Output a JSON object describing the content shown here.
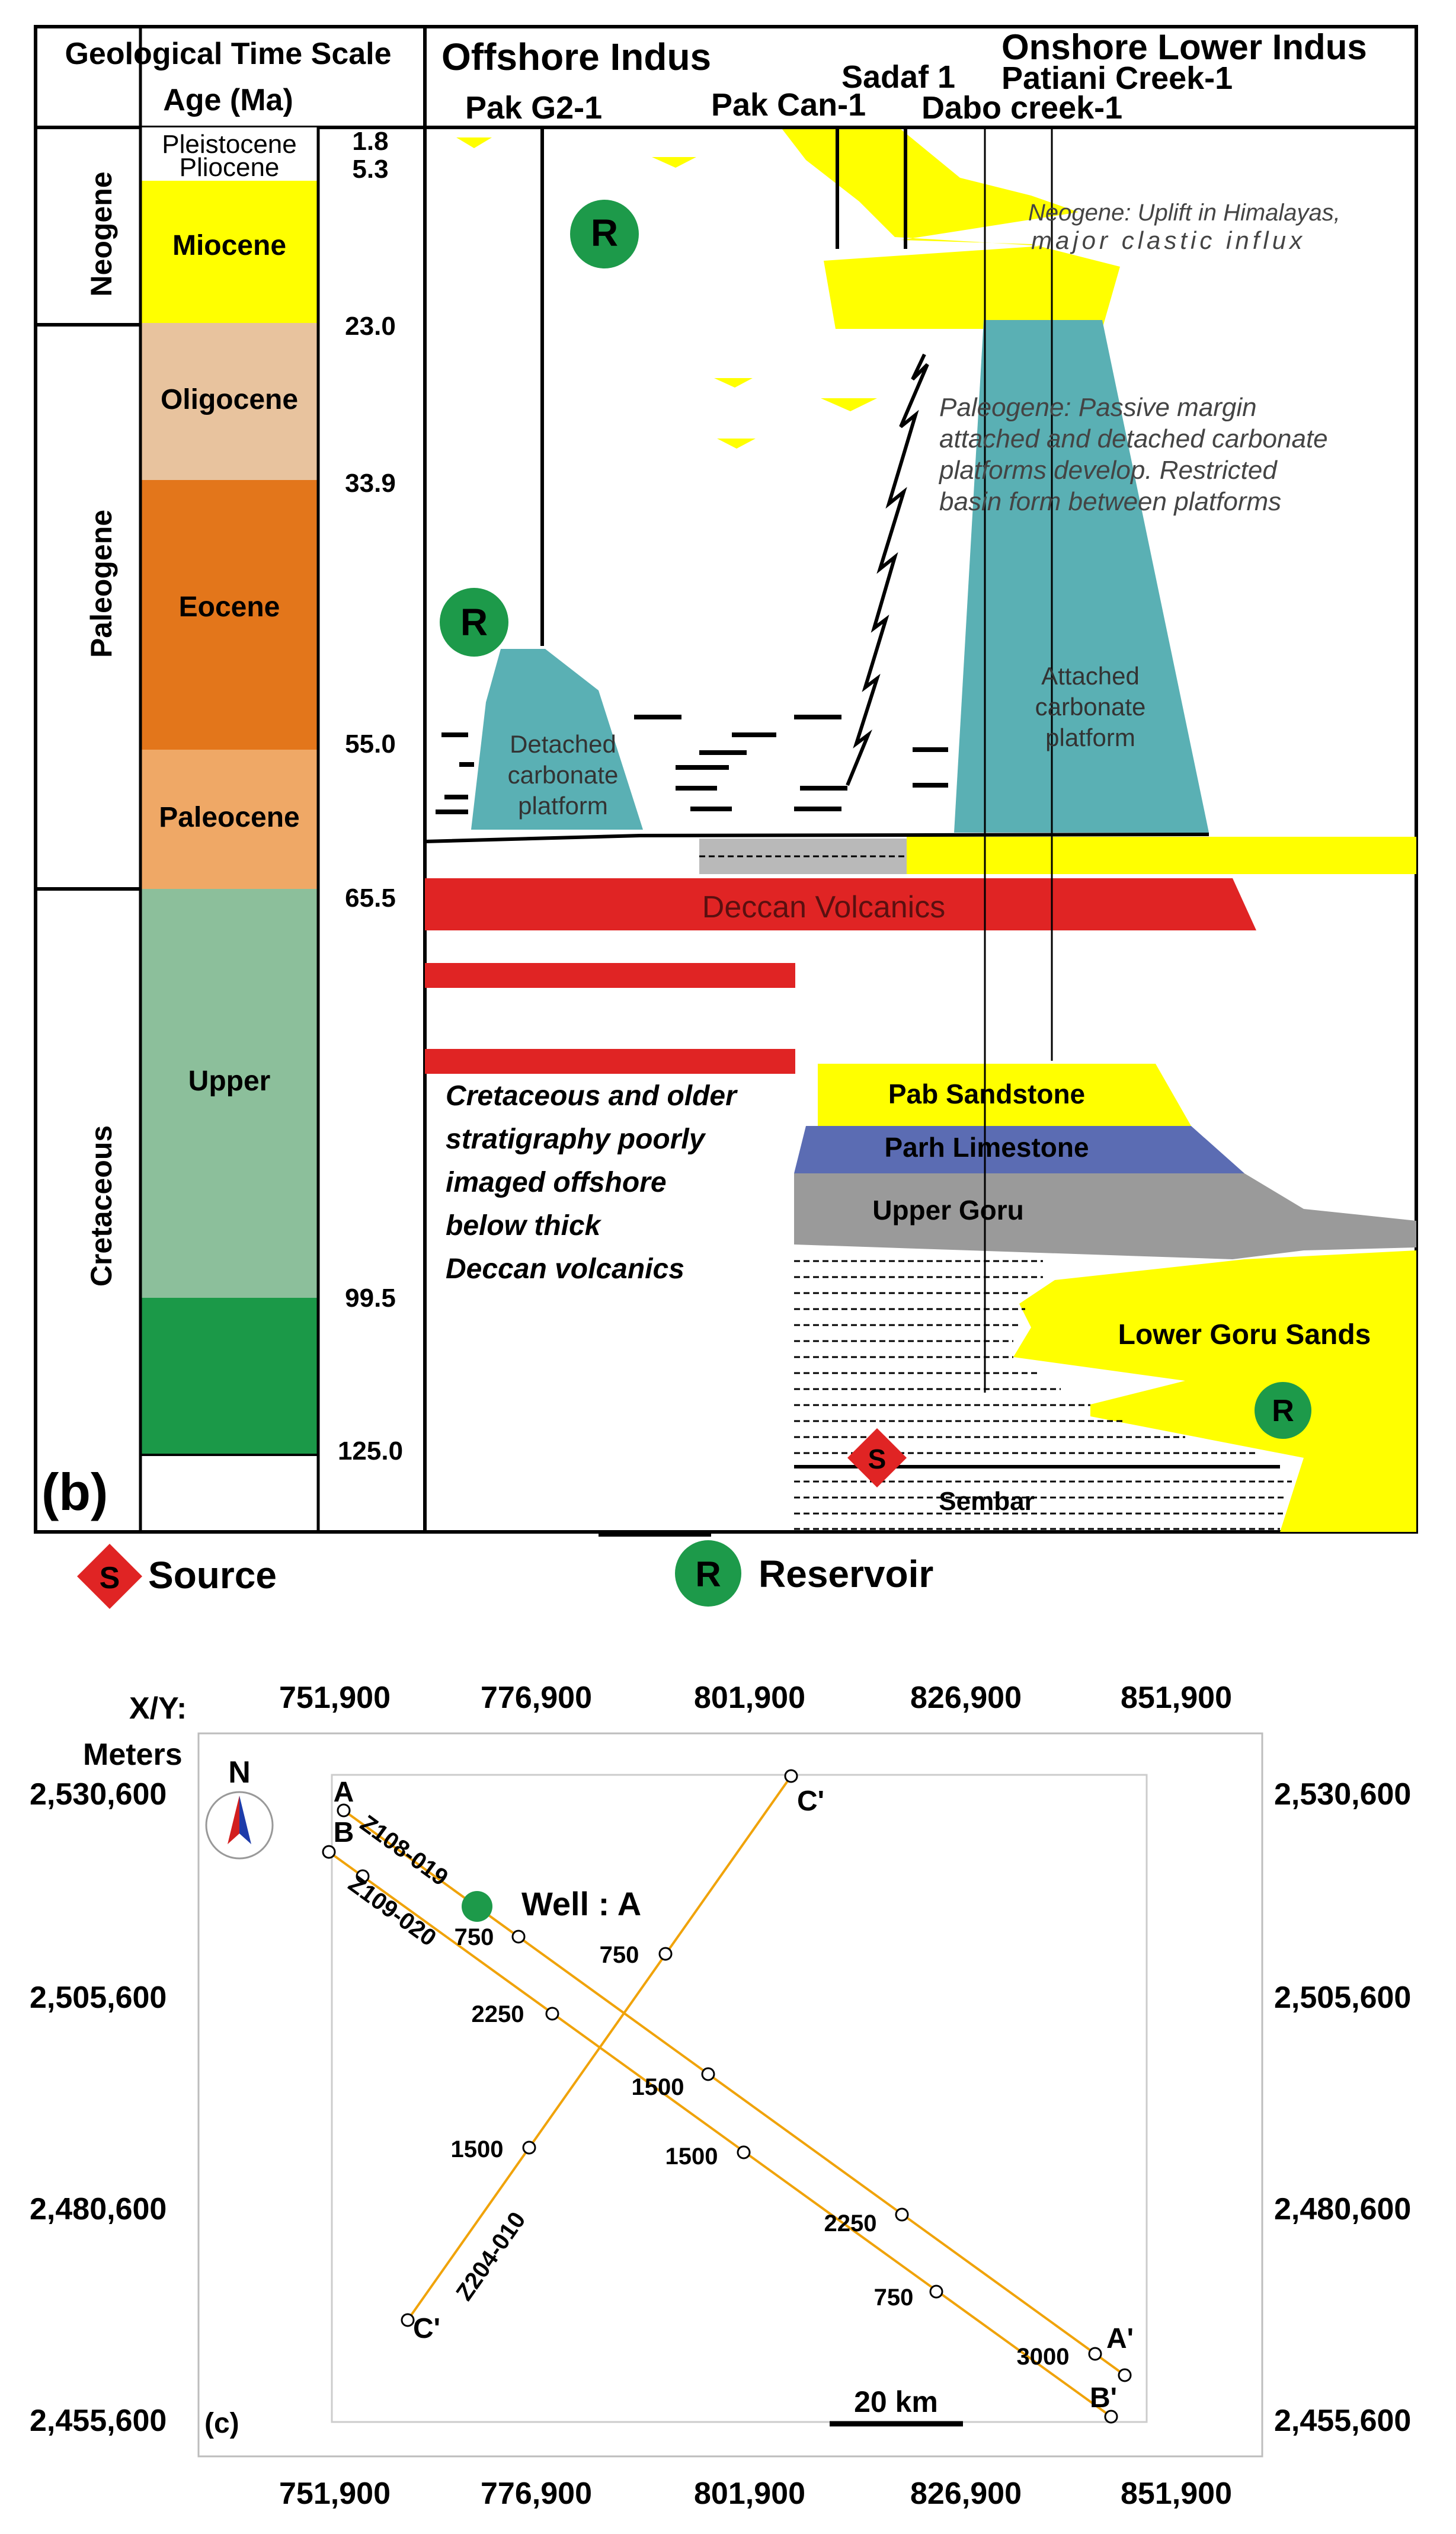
{
  "panel_b": {
    "header": {
      "time_scale_title": "Geological Time Scale",
      "age_label": "Age (Ma)",
      "offshore_title": "Offshore Indus",
      "onshore_title": "Onshore Lower Indus",
      "wells": [
        "Pak G2-1",
        "Pak Can-1",
        "Sadaf 1",
        "Dabo creek-1",
        "Patiani Creek-1"
      ]
    },
    "periods": [
      "Neogene",
      "Paleogene",
      "Cretaceous"
    ],
    "epochs": [
      "Pleistocene",
      "Pliocene",
      "Miocene",
      "Oligocene",
      "Eocene",
      "Paleocene",
      "Upper"
    ],
    "ages": [
      "1.8",
      "5.3",
      "23.0",
      "33.9",
      "55.0",
      "65.5",
      "99.5",
      "125.0"
    ],
    "annotations": {
      "neogene_line1": "Neogene: Uplift in Himalayas,",
      "neogene_line2": "major clastic influx",
      "paleogene_line1": "Paleogene: Passive margin",
      "paleogene_line2": "attached and detached carbonate",
      "paleogene_line3": "platforms develop. Restricted",
      "paleogene_line4": "basin form between platforms",
      "cret_line1": "Cretaceous and older",
      "cret_line2": "stratigraphy poorly",
      "cret_line3": "imaged offshore",
      "cret_line4": "below thick",
      "cret_line5": "Deccan volcanics"
    },
    "units": {
      "detached_1": "Detached",
      "detached_2": "carbonate",
      "detached_3": "platform",
      "attached_1": "Attached",
      "attached_2": "carbonate",
      "attached_3": "platform",
      "deccan": "Deccan Volcanics",
      "pab": "Pab Sandstone",
      "parh": "Parh Limestone",
      "upper_goru": "Upper Goru",
      "lower_goru": "Lower Goru Sands",
      "sembar": "Sembar"
    },
    "symbols": {
      "reservoir": "R",
      "source": "S"
    },
    "panel_label": "(b)",
    "legend": {
      "source": "Source",
      "reservoir": "Reservoir"
    },
    "colors": {
      "miocene": "#ffff00",
      "oligocene": "#e8c39e",
      "eocene": "#e3761b",
      "paleocene": "#efa866",
      "upper_cretaceous": "#8cbf9b",
      "lower_cretaceous": "#1b9948",
      "sand": "#ffff00",
      "carbonate": "#5ab0b4",
      "volcanic": "#e02424",
      "parh": "#5b6cb3",
      "goru": "#9a9a9a",
      "reservoir": "#1d9a4a",
      "source": "#e02424"
    }
  },
  "panel_c": {
    "xy_label": "X/Y:",
    "meters_label": "Meters",
    "x_ticks": [
      "751,900",
      "776,900",
      "801,900",
      "826,900",
      "851,900"
    ],
    "y_ticks": [
      "2,530,600",
      "2,505,600",
      "2,480,600",
      "2,455,600"
    ],
    "panel_label": "(c)",
    "north": "N",
    "well_label": "Well : A",
    "scale_bar": "20 km",
    "lines": {
      "z108": "Z108-019",
      "z109": "Z109-020",
      "z204": "Z204-010"
    },
    "endpoints": {
      "a": "A",
      "a_prime": "A'",
      "b": "B",
      "b_prime": "B'",
      "c_prime_top": "C'",
      "c_prime_bottom": "C'"
    },
    "shotpoints": {
      "a_750": "750",
      "a_1500": "1500",
      "a_2250": "2250",
      "a_3000": "3000",
      "b_2250": "2250",
      "b_1500": "1500",
      "b_750": "750",
      "c_750": "750",
      "c_1500": "1500"
    },
    "colors": {
      "seismic_line": "#f0a30a",
      "well": "#1d9a4a"
    }
  }
}
